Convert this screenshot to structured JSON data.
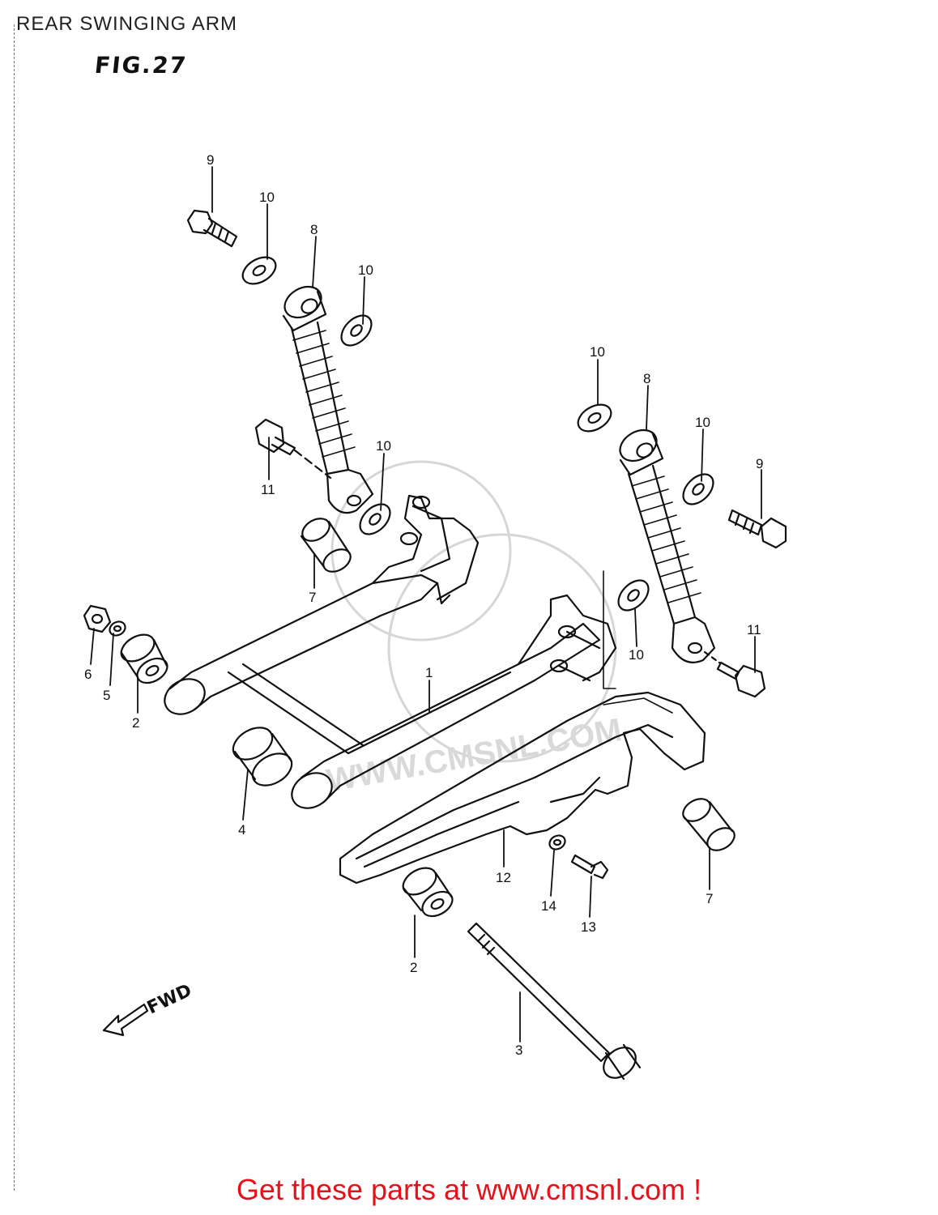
{
  "header": {
    "title": "REAR SWINGING ARM",
    "figure": "FIG.27"
  },
  "diagram": {
    "callouts": [
      {
        "id": "c9a",
        "label": "9"
      },
      {
        "id": "c10a",
        "label": "10"
      },
      {
        "id": "c8a",
        "label": "8"
      },
      {
        "id": "c10b",
        "label": "10"
      },
      {
        "id": "c11a",
        "label": "11"
      },
      {
        "id": "c10c",
        "label": "10"
      },
      {
        "id": "c7a",
        "label": "7"
      },
      {
        "id": "c6",
        "label": "6"
      },
      {
        "id": "c5",
        "label": "5"
      },
      {
        "id": "c2a",
        "label": "2"
      },
      {
        "id": "c1",
        "label": "1"
      },
      {
        "id": "c4",
        "label": "4"
      },
      {
        "id": "c10d",
        "label": "10"
      },
      {
        "id": "c8b",
        "label": "8"
      },
      {
        "id": "c10e",
        "label": "10"
      },
      {
        "id": "c9b",
        "label": "9"
      },
      {
        "id": "c10f",
        "label": "10"
      },
      {
        "id": "c11b",
        "label": "11"
      },
      {
        "id": "c12",
        "label": "12"
      },
      {
        "id": "c14",
        "label": "14"
      },
      {
        "id": "c13",
        "label": "13"
      },
      {
        "id": "c7b",
        "label": "7"
      },
      {
        "id": "c2b",
        "label": "2"
      },
      {
        "id": "c3",
        "label": "3"
      }
    ],
    "direction_label": "FWD",
    "watermark": "WWW.CMSNL.COM"
  },
  "footer": {
    "cta": "Get these parts at www.cmsnl.com !",
    "cta_color": "#e3121b"
  }
}
